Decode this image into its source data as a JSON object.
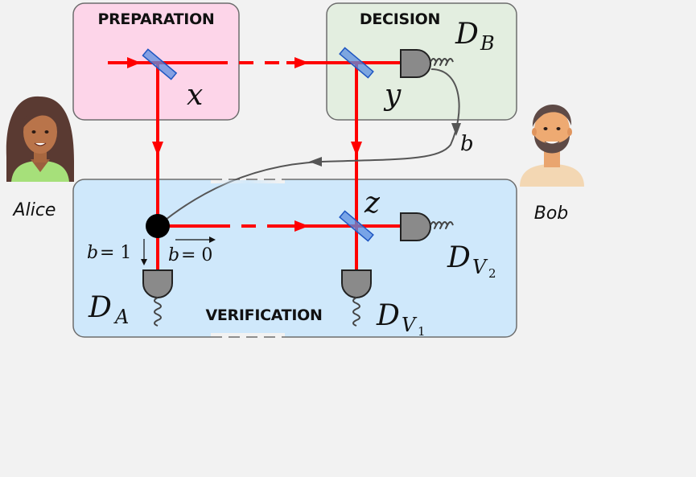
{
  "boxes": {
    "preparation": "PREPARATION",
    "decision": "DECISION",
    "verification": "VERIFICATION"
  },
  "people": {
    "alice": "Alice",
    "bob": "Bob"
  },
  "beam_splitters": {
    "x": "x",
    "y": "y",
    "z": "z"
  },
  "signal_label": "b",
  "detectors": {
    "DB": {
      "main": "D",
      "sub": "B"
    },
    "DA": {
      "main": "D",
      "sub": "A"
    },
    "DV1": {
      "main": "D",
      "sub": "V",
      "subsub": "1"
    },
    "DV2": {
      "main": "D",
      "sub": "V",
      "subsub": "2"
    }
  },
  "switch_labels": {
    "b1": {
      "var": "b",
      "eq": "= 1"
    },
    "b0": {
      "var": "b",
      "eq": "= 0"
    }
  },
  "colors": {
    "laser": "#ff0000",
    "preparation_fill": "#fdd5e9",
    "decision_fill": "#e3eee0",
    "verification_fill": "#cfe8fb",
    "beam_splitter": "#5b8ee0",
    "detector": "#8a8a8a",
    "signal_wire": "#555555"
  }
}
